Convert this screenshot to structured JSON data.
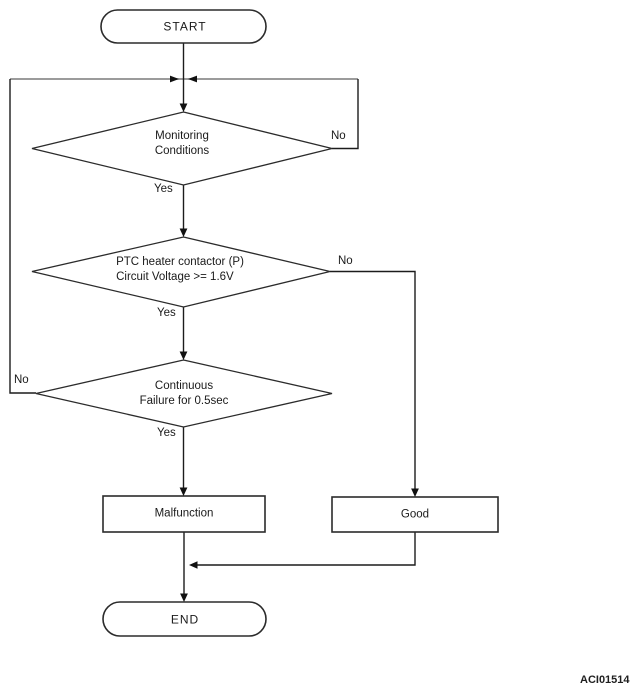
{
  "diagram": {
    "figure_code": "ACI01514",
    "colors": {
      "background": "#ffffff",
      "line": "#1c1c1c",
      "top_rail": "#7a7a7a",
      "shape_stroke": "#2b2b2b",
      "text": "#1a1a1a"
    },
    "nodes": {
      "start": {
        "label": "START"
      },
      "monitoring": {
        "label": "Monitoring\nConditions"
      },
      "voltage": {
        "label": "PTC heater contactor (P)\nCircuit Voltage >= 1.6V"
      },
      "continuous": {
        "label": "Continuous\nFailure for 0.5sec"
      },
      "malfunction": {
        "label": "Malfunction"
      },
      "good": {
        "label": "Good"
      },
      "end": {
        "label": "END"
      }
    },
    "edge_labels": {
      "monitoring_no": "No",
      "monitoring_yes": "Yes",
      "voltage_no": "No",
      "voltage_yes": "Yes",
      "continuous_no": "No",
      "continuous_yes": "Yes"
    }
  }
}
